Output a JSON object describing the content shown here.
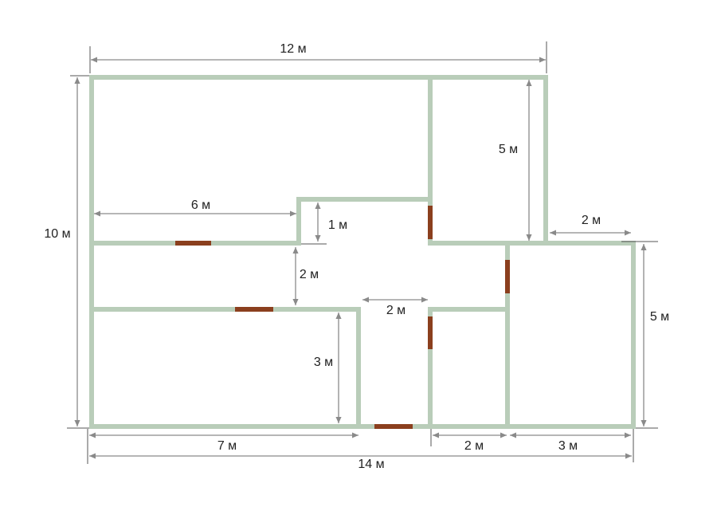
{
  "labels": {
    "top_width": "12 м",
    "left_height": "10 м",
    "inner_6": "6 м",
    "step_1": "1 м",
    "corridor_2": "2 м",
    "room_right_5": "5 м",
    "right_offset_2": "2 м",
    "far_right_5": "5 м",
    "hall_2": "2 м",
    "room_3": "3 м",
    "bottom_7": "7 м",
    "bottom_2": "2 м",
    "bottom_3": "3 м",
    "total_14": "14 м"
  },
  "colors": {
    "wall": "#b9cdb9",
    "door": "#8b3f1e",
    "dimension": "#8a8a8a"
  }
}
